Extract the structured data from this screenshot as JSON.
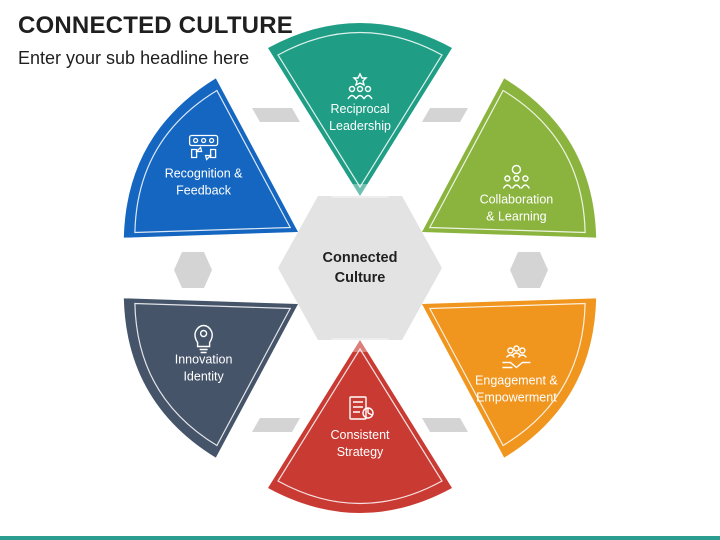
{
  "header": {
    "title": "CONNECTED CULTURE",
    "subtitle": "Enter your sub headline here"
  },
  "center": {
    "line1": "Connected",
    "line2": "Culture"
  },
  "petals": [
    {
      "id": "reciprocal",
      "line1": "Reciprocal",
      "line2": "Leadership",
      "color": "#1f9e85",
      "icon": "leadership-people-icon"
    },
    {
      "id": "collaboration",
      "line1": "Collaboration",
      "line2": "& Learning",
      "color": "#8bb43f",
      "icon": "collaboration-group-icon"
    },
    {
      "id": "engagement",
      "line1": "Engagement &",
      "line2": "Empowerment",
      "color": "#f0951e",
      "icon": "empowerment-hands-icon"
    },
    {
      "id": "consistent",
      "line1": "Consistent",
      "line2": "Strategy",
      "color": "#c93a33",
      "icon": "strategy-report-icon"
    },
    {
      "id": "innovation",
      "line1": "Innovation",
      "line2": "Identity",
      "color": "#46546a",
      "icon": "lightbulb-gear-icon"
    },
    {
      "id": "recognition",
      "line1": "Recognition &",
      "line2": "Feedback",
      "color": "#1566c0",
      "icon": "rating-stars-icon"
    }
  ],
  "colors": {
    "hexagon": "#e3e3e3",
    "connector": "#d7d7d7",
    "accent_bar": "#2a9d8f"
  }
}
